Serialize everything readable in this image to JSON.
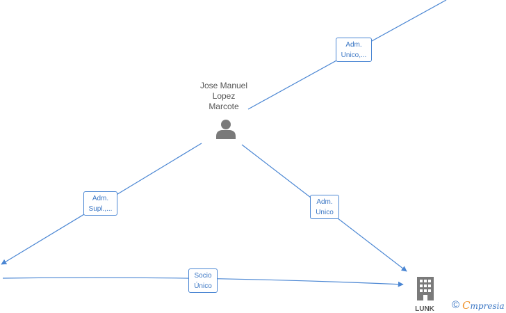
{
  "nodes": {
    "person": {
      "name_lines": [
        "Jose Manuel",
        "Lopez",
        "Marcote"
      ],
      "icon": "person-icon"
    },
    "company": {
      "name": "LUNK",
      "icon": "building-icon"
    }
  },
  "edges": [
    {
      "id": "edge-person-top-right",
      "label_lines": [
        "Adm.",
        "Unico,..."
      ]
    },
    {
      "id": "edge-person-left",
      "label_lines": [
        "Adm.",
        "Supl.,..."
      ]
    },
    {
      "id": "edge-person-company",
      "label_lines": [
        "Adm.",
        "Unico"
      ]
    },
    {
      "id": "edge-left-company",
      "label_lines": [
        "Socio",
        "Único"
      ]
    }
  ],
  "footer": {
    "copyright_symbol": "©",
    "brand_initial": "C",
    "brand_rest": "mpresia"
  },
  "colors": {
    "edge": "#4a86d3",
    "label_text": "#3a76c4",
    "node_icon": "#7a7a7a",
    "node_text": "#555555",
    "brand_accent": "#f0922b"
  }
}
